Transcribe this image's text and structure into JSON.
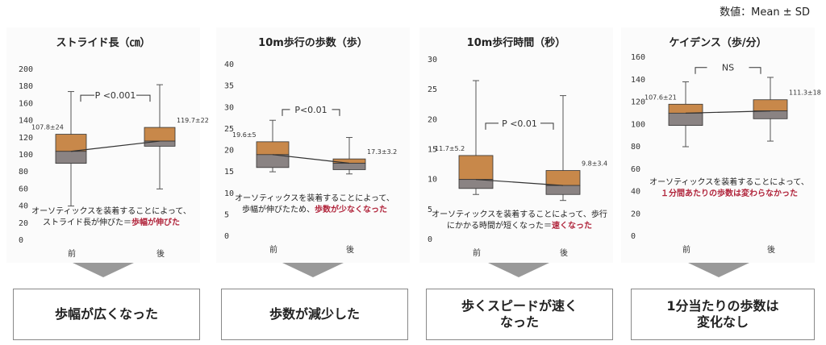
{
  "note": "数値：Mean ± SD",
  "x_labels": [
    "前",
    "後"
  ],
  "colors": {
    "upper_box": "#c8884a",
    "lower_box": "#8a8383",
    "highlight": "#b0233a"
  },
  "panels": [
    {
      "title": "ストライド長（㎝）",
      "caption_text": "オーソティックスを装着することによって、ストライド長が伸びた＝",
      "caption_highlight": "歩幅が伸びた",
      "conclusion": "歩幅が広くなった"
    },
    {
      "title": "10m歩行の歩数（歩）",
      "caption_text": "オーソティックスを装着することによって、歩幅が伸びたため、",
      "caption_highlight": "歩数が少なくなった",
      "conclusion": "歩数が減少した"
    },
    {
      "title": "10m歩行時間（秒）",
      "caption_text": "オーソティックスを装着することによって、歩行にかかる時間が短くなった＝",
      "caption_highlight": "速くなった",
      "conclusion": "歩くスピードが速く\nなった"
    },
    {
      "title": "ケイデンス（歩/分）",
      "caption_text": "オーソティックスを装着することによって、",
      "caption_highlight": "１分間あたりの歩数は変わらなかった",
      "conclusion": "1分当たりの歩数は\n変化なし"
    }
  ],
  "chart_data": [
    {
      "type": "box",
      "title": "ストライド長（㎝）",
      "categories": [
        "前",
        "後"
      ],
      "ylim": [
        0,
        200
      ],
      "yticks": [
        0,
        20,
        40,
        60,
        80,
        100,
        120,
        140,
        160,
        180,
        200
      ],
      "boxes": [
        {
          "label": "前",
          "whisker_low": 40,
          "q1": 90,
          "median": 104,
          "q3": 124,
          "whisker_high": 174,
          "mean_sd": "107.8±24"
        },
        {
          "label": "後",
          "whisker_low": 60,
          "q1": 110,
          "median": 116,
          "q3": 132,
          "whisker_high": 182,
          "mean_sd": "119.7±22"
        }
      ],
      "significance": "P <0.001"
    },
    {
      "type": "box",
      "title": "10m歩行の歩数（歩）",
      "categories": [
        "前",
        "後"
      ],
      "ylim": [
        0,
        40
      ],
      "yticks": [
        0,
        5,
        10,
        15,
        20,
        25,
        30,
        35,
        40
      ],
      "boxes": [
        {
          "label": "前",
          "whisker_low": 15,
          "q1": 16,
          "median": 19,
          "q3": 22,
          "whisker_high": 27,
          "mean_sd": "19.6±5"
        },
        {
          "label": "後",
          "whisker_low": 14.5,
          "q1": 15.5,
          "median": 17,
          "q3": 18,
          "whisker_high": 23,
          "mean_sd": "17.3±3.2"
        }
      ],
      "significance": "P<0.01"
    },
    {
      "type": "box",
      "title": "10m歩行時間（秒）",
      "categories": [
        "前",
        "後"
      ],
      "ylim": [
        0,
        30
      ],
      "yticks": [
        0,
        5,
        10,
        15,
        20,
        25,
        30
      ],
      "boxes": [
        {
          "label": "前",
          "whisker_low": 7.5,
          "q1": 8.5,
          "median": 10,
          "q3": 14,
          "whisker_high": 26.5,
          "mean_sd": "11.7±5.2"
        },
        {
          "label": "後",
          "whisker_low": 6.5,
          "q1": 7.5,
          "median": 9,
          "q3": 11.5,
          "whisker_high": 24,
          "mean_sd": "9.8±3.4"
        }
      ],
      "significance": "P <0.01"
    },
    {
      "type": "box",
      "title": "ケイデンス（歩/分）",
      "categories": [
        "前",
        "後"
      ],
      "ylim": [
        0,
        160
      ],
      "yticks": [
        0,
        20,
        40,
        60,
        80,
        100,
        120,
        140,
        160
      ],
      "boxes": [
        {
          "label": "前",
          "whisker_low": 80,
          "q1": 99,
          "median": 110,
          "q3": 118,
          "whisker_high": 138,
          "mean_sd": "107.6±21"
        },
        {
          "label": "後",
          "whisker_low": 85,
          "q1": 105,
          "median": 112,
          "q3": 122,
          "whisker_high": 142,
          "mean_sd": "111.3±18"
        }
      ],
      "significance": "NS"
    }
  ]
}
